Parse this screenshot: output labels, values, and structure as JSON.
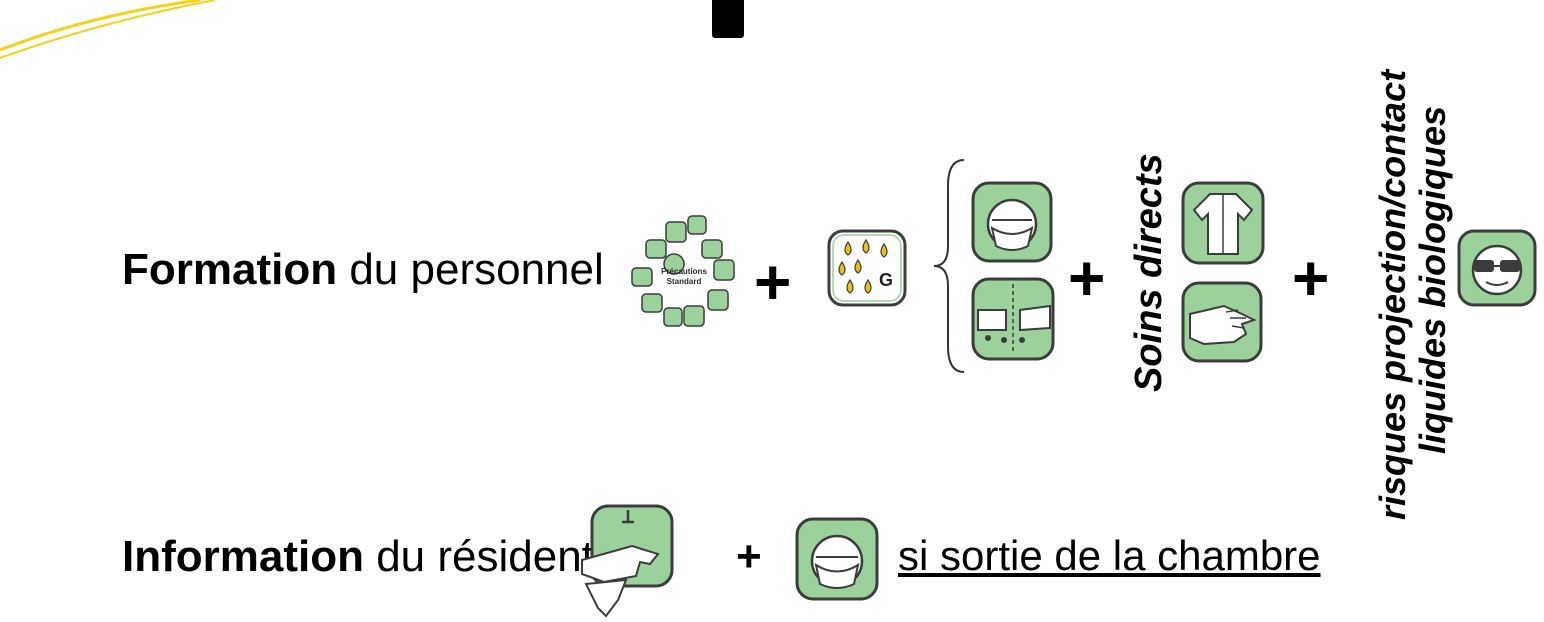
{
  "line1": {
    "bold": "Formation",
    "rest": " du personnel"
  },
  "line2": {
    "bold": "Information",
    "rest": " du résident",
    "plus": "+",
    "condition": "si sortie de la chambre"
  },
  "plus": "+",
  "precautions_badge": {
    "line1": "Précautions",
    "line2": "Standard"
  },
  "droplet_badge": {
    "letter": "G"
  },
  "direct_care": {
    "label": "Soins directs"
  },
  "bio_risk": {
    "line1": "risques projection/contact",
    "line2": "liquides biologiques"
  },
  "colors": {
    "tile_fill": "#9bd19a",
    "tile_stroke": "#3c3c3c",
    "drop_fill": "#e8c21a",
    "accent_yellow": "#f2d21c"
  },
  "icons": [
    "mask-icon",
    "hand-hygiene-icon",
    "gown-icon",
    "gloves-icon",
    "goggles-icon",
    "droplets-icon",
    "standard-precautions-icon"
  ]
}
